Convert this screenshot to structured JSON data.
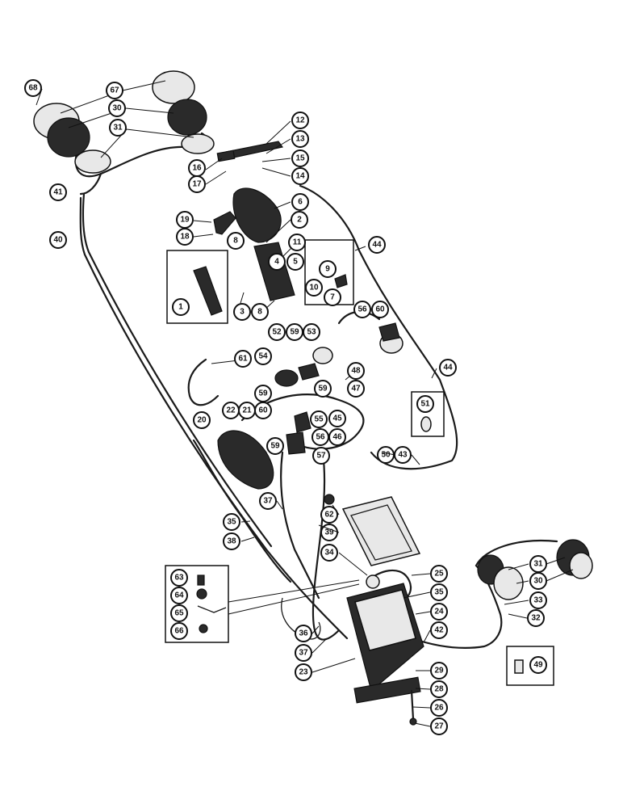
{
  "callouts": [
    {
      "label": "68"
    },
    {
      "label": "67"
    },
    {
      "label": "30"
    },
    {
      "label": "31"
    },
    {
      "label": "12"
    },
    {
      "label": "13"
    },
    {
      "label": "15"
    },
    {
      "label": "14"
    },
    {
      "label": "16"
    },
    {
      "label": "17"
    },
    {
      "label": "41"
    },
    {
      "label": "6"
    },
    {
      "label": "19"
    },
    {
      "label": "2"
    },
    {
      "label": "18"
    },
    {
      "label": "8"
    },
    {
      "label": "40"
    },
    {
      "label": "11"
    },
    {
      "label": "44"
    },
    {
      "label": "4"
    },
    {
      "label": "5"
    },
    {
      "label": "9"
    },
    {
      "label": "1"
    },
    {
      "label": "10"
    },
    {
      "label": "7"
    },
    {
      "label": "3"
    },
    {
      "label": "8"
    },
    {
      "label": "56"
    },
    {
      "label": "60"
    },
    {
      "label": "52"
    },
    {
      "label": "59"
    },
    {
      "label": "53"
    },
    {
      "label": "61"
    },
    {
      "label": "54"
    },
    {
      "label": "44"
    },
    {
      "label": "48"
    },
    {
      "label": "47"
    },
    {
      "label": "59"
    },
    {
      "label": "59"
    },
    {
      "label": "51"
    },
    {
      "label": "22"
    },
    {
      "label": "21"
    },
    {
      "label": "60"
    },
    {
      "label": "55"
    },
    {
      "label": "45"
    },
    {
      "label": "20"
    },
    {
      "label": "56"
    },
    {
      "label": "46"
    },
    {
      "label": "59"
    },
    {
      "label": "57"
    },
    {
      "label": "50"
    },
    {
      "label": "43"
    },
    {
      "label": "37"
    },
    {
      "label": "62"
    },
    {
      "label": "35"
    },
    {
      "label": "39"
    },
    {
      "label": "38"
    },
    {
      "label": "34"
    },
    {
      "label": "25"
    },
    {
      "label": "35"
    },
    {
      "label": "31"
    },
    {
      "label": "63"
    },
    {
      "label": "30"
    },
    {
      "label": "64"
    },
    {
      "label": "24"
    },
    {
      "label": "33"
    },
    {
      "label": "65"
    },
    {
      "label": "32"
    },
    {
      "label": "66"
    },
    {
      "label": "36"
    },
    {
      "label": "42"
    },
    {
      "label": "37"
    },
    {
      "label": "49"
    },
    {
      "label": "23"
    },
    {
      "label": "29"
    },
    {
      "label": "28"
    },
    {
      "label": "26"
    },
    {
      "label": "27"
    }
  ]
}
